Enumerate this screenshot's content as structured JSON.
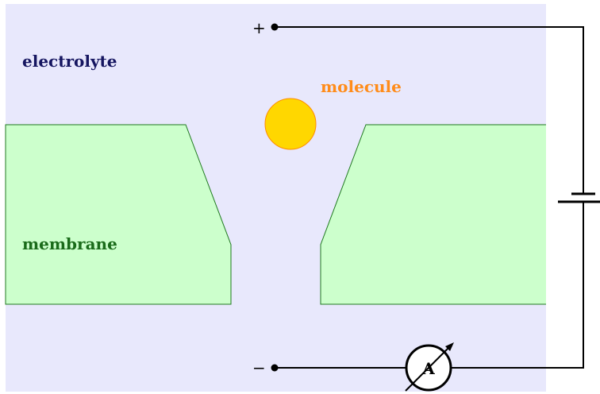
{
  "labels": {
    "electrolyte": "electrolyte",
    "molecule": "molecule",
    "membrane": "membrane",
    "plus": "+",
    "minus": "−",
    "ammeter": "A"
  },
  "colors": {
    "electrolyte_fill": "#e8e8fc",
    "membrane_fill": "#ccffcc",
    "membrane_stroke": "#1f7a1f",
    "electrolyte_text": "#151560",
    "molecule_text": "#ff8c1a",
    "membrane_text": "#1a6b1a",
    "molecule_fill": "#ffd700",
    "molecule_stroke": "#ff8c00",
    "wire": "#000000"
  }
}
